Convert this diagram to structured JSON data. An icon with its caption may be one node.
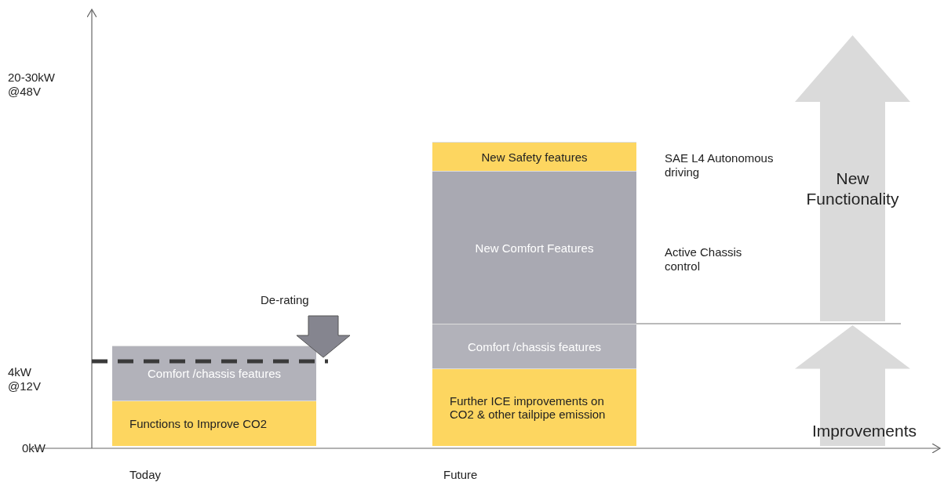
{
  "diagram": {
    "nodes": [
      {
        "text": [
          "Comfort /chassis features"
        ]
      },
      {
        "text": [
          "Functions to Improve CO2"
        ]
      },
      {
        "text": [
          "New Safety features"
        ]
      },
      {
        "text": [
          "New Comfort Features"
        ]
      },
      {
        "text": [
          "Comfort /chassis features"
        ]
      },
      {
        "text": [
          "Further ICE improvements on CO2 & other tailpipe emission"
        ]
      },
      {
        "text": [
          "New Functionality"
        ]
      },
      {
        "text": [
          "Improvements"
        ]
      }
    ],
    "labels": [
      "20-30kW @48V",
      "De-rating",
      "SAE L4 Autonomous driving",
      "Active Chassis control",
      "4kW @12V",
      "0kW",
      "Today",
      "Future"
    ]
  }
}
